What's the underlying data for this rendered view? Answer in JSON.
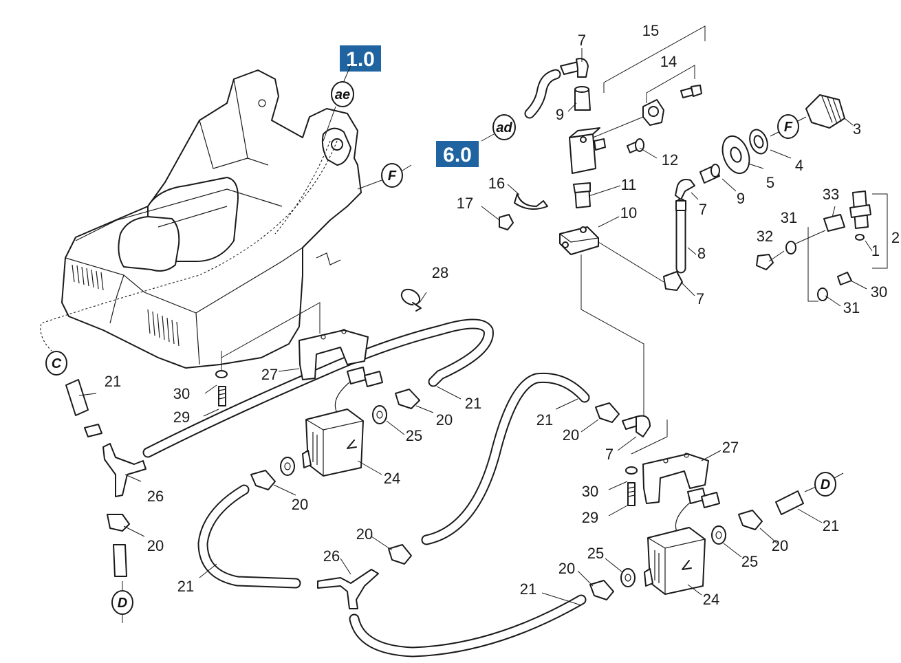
{
  "colors": {
    "section_badge": "#1f63a0",
    "ink": "#1a1a1a",
    "paper": "#ffffff"
  },
  "section_badges": [
    "1.0",
    "6.0"
  ],
  "reference_circles": [
    "ae",
    "F",
    "ad",
    "F",
    "C",
    "D",
    "D"
  ],
  "part_numbers": {
    "p15": "15",
    "p7a": "7",
    "p14": "14",
    "p9a": "9",
    "p3": "3",
    "p4": "4",
    "p5": "5",
    "p12": "12",
    "p11": "11",
    "p16": "16",
    "p17": "17",
    "p9b": "9",
    "p7b": "7",
    "p10": "10",
    "p33": "33",
    "p2": "2",
    "p31a": "31",
    "p32": "32",
    "p1": "1",
    "p8": "8",
    "p7c": "7",
    "p30a": "30",
    "p31b": "31",
    "p28": "28",
    "p21a": "21",
    "p27a": "27",
    "p30b": "30",
    "p29a": "29",
    "p21b": "21",
    "p20a": "20",
    "p25a": "25",
    "p21c": "21",
    "p20b": "20",
    "p7d": "7",
    "p24a": "24",
    "p26a": "26",
    "p20c": "20",
    "p20d": "20",
    "p27b": "27",
    "p30c": "30",
    "p29b": "29",
    "p21d": "21",
    "p20e": "20",
    "p25b": "25",
    "p20f": "20",
    "p25c": "25",
    "p21e": "21",
    "p26b": "26",
    "p20g": "20",
    "p21f": "21",
    "p24b": "24"
  }
}
